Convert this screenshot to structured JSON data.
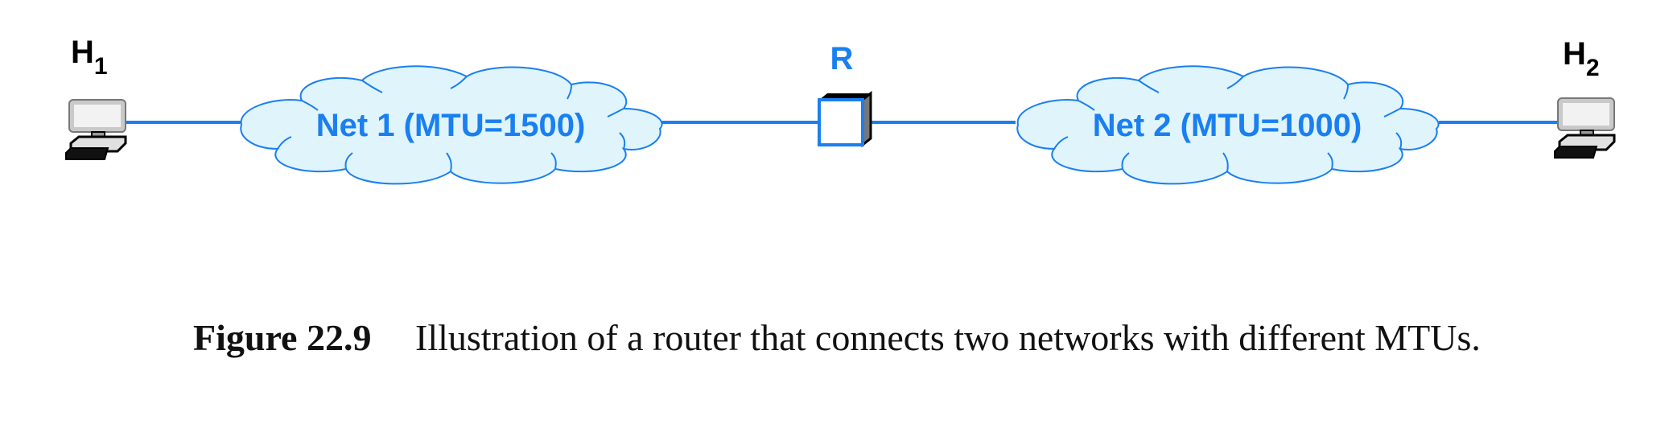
{
  "colors": {
    "accent": "#1a7ff0",
    "cloud_fill": "#dff4fb",
    "text_dark": "#000000"
  },
  "nodes": {
    "host1": {
      "label": "H",
      "subscript": "1",
      "icon": "computer-icon"
    },
    "router": {
      "label": "R",
      "icon": "router-box-icon"
    },
    "host2": {
      "label": "H",
      "subscript": "2",
      "icon": "computer-icon"
    }
  },
  "networks": [
    {
      "label": "Net 1 (MTU=1500)"
    },
    {
      "label": "Net 2 (MTU=1000)"
    }
  ],
  "caption": {
    "number": "Figure 22.9",
    "text": "Illustration of a router that connects two networks with different MTUs."
  }
}
